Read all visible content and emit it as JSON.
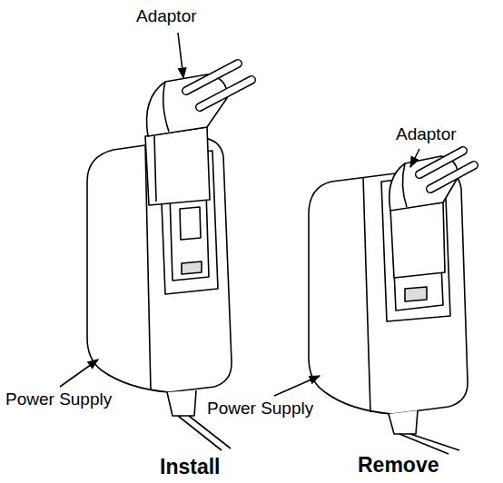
{
  "diagram": {
    "labels": [
      "Adaptor",
      "Adaptor",
      "Power Supply",
      "Power Supply",
      "Install",
      "Remove"
    ]
  }
}
